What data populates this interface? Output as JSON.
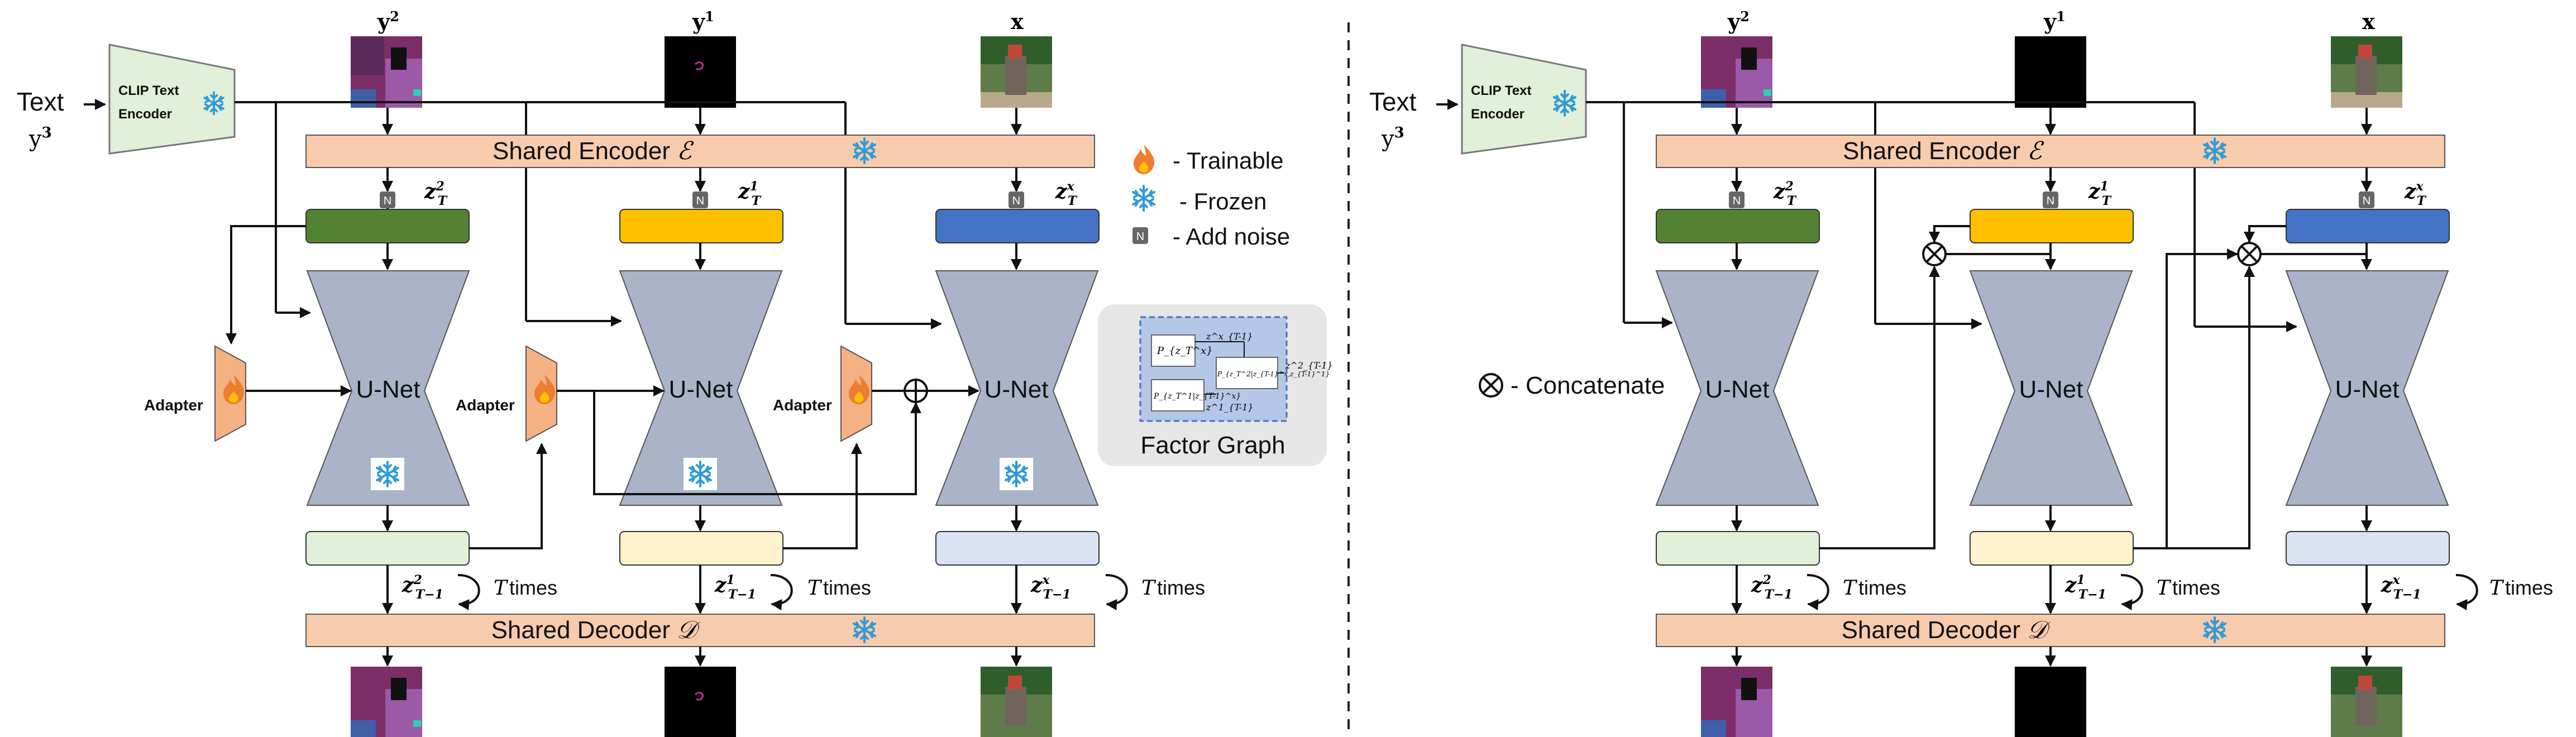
{
  "left": {
    "text_input": {
      "label": "Text",
      "var": "y",
      "sup": "3"
    },
    "clip": {
      "line1": "CLIP Text",
      "line2": "Encoder"
    },
    "inputs": [
      {
        "var": "y",
        "sup": "2"
      },
      {
        "var": "y",
        "sup": "1"
      },
      {
        "var": "x",
        "sup": ""
      }
    ],
    "shared_encoder": {
      "text": "Shared Encoder",
      "symbol": "ℰ"
    },
    "shared_decoder": {
      "text": "Shared Decoder",
      "symbol": "𝒟"
    },
    "noise_badge": "N",
    "latents_T": [
      {
        "base": "z",
        "sup": "2",
        "sub": "T"
      },
      {
        "base": "z",
        "sup": "1",
        "sub": "T"
      },
      {
        "base": "z",
        "sup": "x",
        "sub": "T"
      }
    ],
    "unet_label": "U-Net",
    "adapter_label": "Adapter",
    "latents_T1": [
      {
        "base": "z",
        "sup": "2",
        "sub": "T−1"
      },
      {
        "base": "z",
        "sup": "1",
        "sub": "T−1"
      },
      {
        "base": "z",
        "sup": "x",
        "sub": "T−1"
      }
    ],
    "t_times": {
      "var": "T",
      "text": "times"
    },
    "legend": {
      "trainable": "- Trainable",
      "frozen": "- Frozen",
      "noise": "- Add noise"
    },
    "factor_graph": {
      "caption": "Factor Graph",
      "nodes": [
        "P_{z_T^x}",
        "P_{z_T^1|z_{T-1}^x}",
        "P_{z_T^2|z_{T-1}^x,z_{T-1}^1}"
      ],
      "labels": [
        "z^x_{T-1}",
        "z^1_{T-1}",
        "z^2_{T-1}"
      ]
    }
  },
  "right": {
    "text_input": {
      "label": "Text",
      "var": "y",
      "sup": "3"
    },
    "clip": {
      "line1": "CLIP Text",
      "line2": "Encoder"
    },
    "inputs": [
      {
        "var": "y",
        "sup": "2"
      },
      {
        "var": "y",
        "sup": "1"
      },
      {
        "var": "x",
        "sup": ""
      }
    ],
    "shared_encoder": {
      "text": "Shared Encoder",
      "symbol": "ℰ"
    },
    "shared_decoder": {
      "text": "Shared Decoder",
      "symbol": "𝒟"
    },
    "noise_badge": "N",
    "latents_T": [
      {
        "base": "z",
        "sup": "2",
        "sub": "T"
      },
      {
        "base": "z",
        "sup": "1",
        "sub": "T"
      },
      {
        "base": "z",
        "sup": "x",
        "sub": "T"
      }
    ],
    "unet_label": "U-Net",
    "concat_label": "- Concatenate",
    "latents_T1": [
      {
        "base": "z",
        "sup": "2",
        "sub": "T−1"
      },
      {
        "base": "z",
        "sup": "1",
        "sub": "T−1"
      },
      {
        "base": "z",
        "sup": "x",
        "sub": "T−1"
      }
    ],
    "t_times": {
      "var": "T",
      "text": "times"
    }
  },
  "colors": {
    "encoder_bar": "#f8cbad",
    "unet": "#a9b4c8",
    "clip": "#e2efd9",
    "latent_green": "#548235",
    "latent_yellow": "#ffc000",
    "latent_blue": "#4472c4",
    "out_green": "#e2efd9",
    "out_yellow": "#fff2cc",
    "out_blue": "#dae3f3",
    "adapter": "#f4b183",
    "factor_bg": "#e7e6e6",
    "factor_inner": "#b4c7e7",
    "snowflake": "#2e9bd6",
    "flame": "#ed7d31"
  }
}
